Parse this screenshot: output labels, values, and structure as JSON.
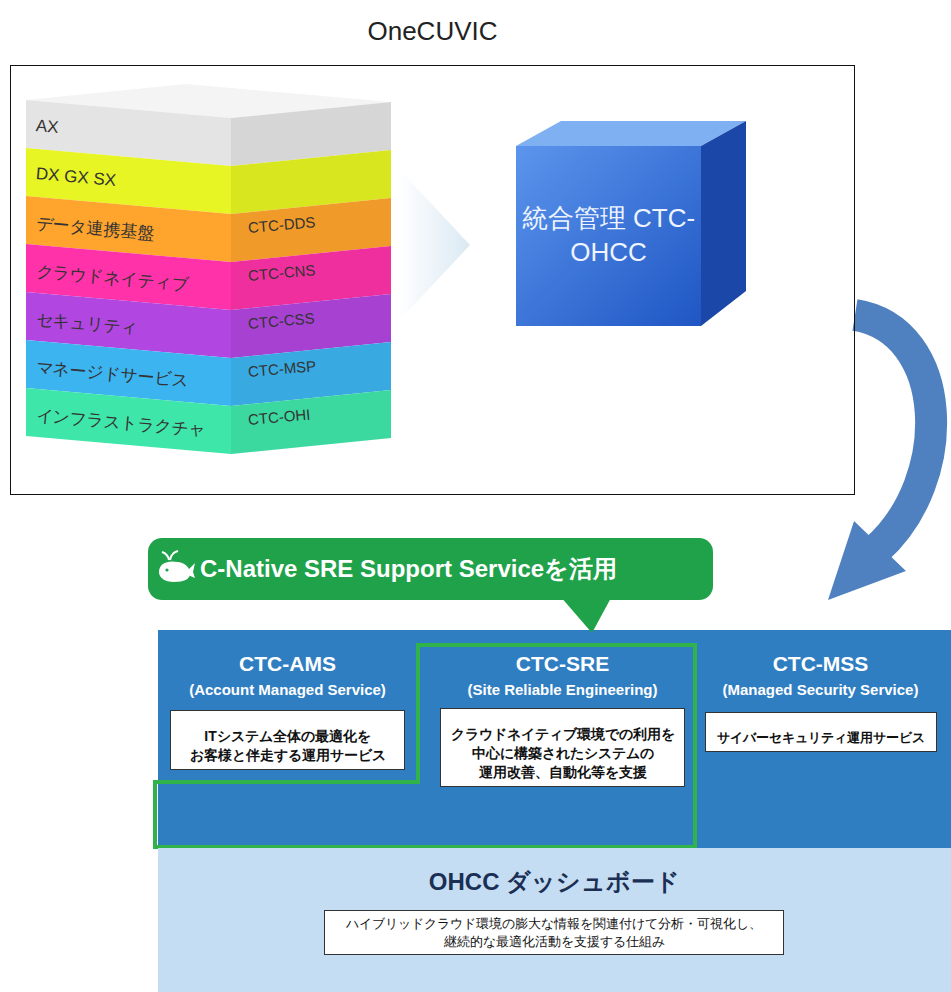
{
  "diagram": {
    "nodes": [
      {
        "text": [
          "OneCUVIC"
        ]
      },
      {
        "text": [
          "AX"
        ],
        "in": 0
      },
      {
        "text": [
          "DX GX SX"
        ],
        "in": 0
      },
      {
        "text": [
          "データ連携基盤",
          "CTC-DDS"
        ],
        "in": 0
      },
      {
        "text": [
          "クラウドネイティブ",
          "CTC-CNS"
        ],
        "in": 0
      },
      {
        "text": [
          "セキュリティ",
          "CTC-CSS"
        ],
        "in": 0
      },
      {
        "text": [
          "マネージドサービス",
          "CTC-MSP"
        ],
        "in": 0
      },
      {
        "text": [
          "インフラストラクチャ",
          "CTC-OHI"
        ],
        "in": 0
      },
      {
        "text": [
          "統合管理 CTC-OHCC"
        ],
        "in": 0
      },
      {
        "text": [
          "C-Native SRE Support Serviceを活用"
        ]
      },
      {
        "text": [
          "CTC-AMS",
          "(Account Managed Service)"
        ]
      },
      {
        "text": [
          "ITシステム全体の最適化を お客様と伴走する運用サービス"
        ],
        "in": 10
      },
      {
        "text": [
          "CTC-SRE",
          "(Site Reliable Engineering)"
        ]
      },
      {
        "text": [
          "クラウドネイティブ環境での利用を 中心に構築されたシステムの 運用改善、自動化等を支援"
        ],
        "in": 12
      },
      {
        "text": [
          "CTC-MSS",
          "(Managed Security Service)"
        ]
      },
      {
        "text": [
          "サイバーセキュリティ運用サービス"
        ],
        "in": 14
      },
      {
        "text": [
          "OHCC ダッシュボード"
        ]
      },
      {
        "text": [
          "ハイブリッドクラウド環境の膨大な情報を関連付けて分析・可視化し、 継続的な最適化活動を支援する仕組み"
        ],
        "in": 16
      }
    ],
    "edges": [
      {
        "from": 0,
        "to": 14,
        "arrow": "to"
      }
    ]
  }
}
